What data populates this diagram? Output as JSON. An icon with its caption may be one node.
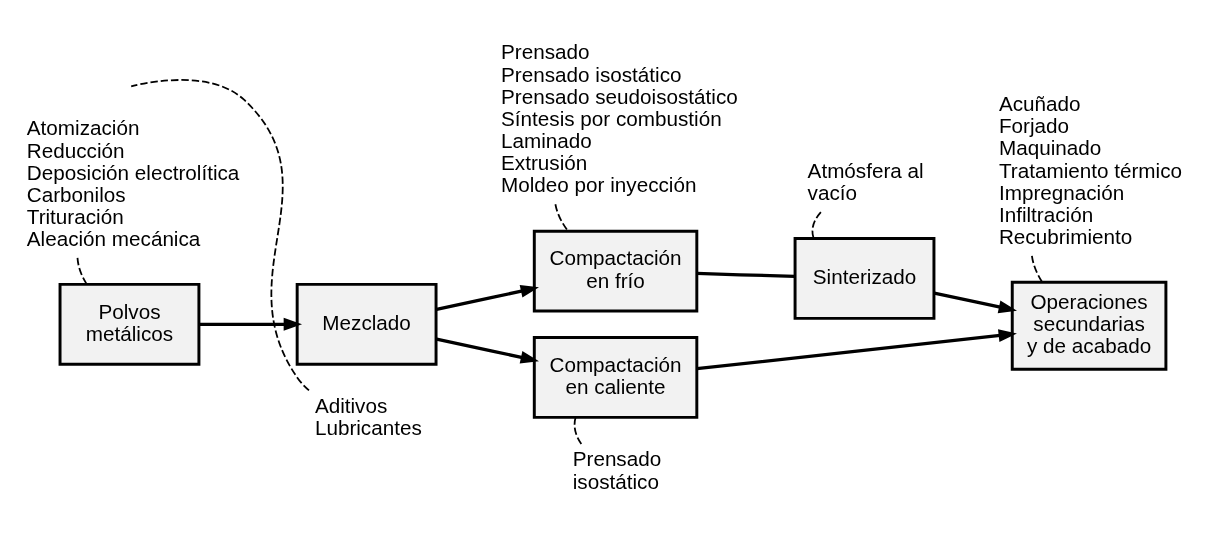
{
  "diagram": {
    "nodes": [
      {
        "text": [
          "Polvos metálicos"
        ]
      },
      {
        "text": [
          "Mezclado"
        ]
      },
      {
        "text": [
          "Compactación en frío"
        ]
      },
      {
        "text": [
          "Sinterizado"
        ]
      },
      {
        "text": [
          "Compactación en caliente"
        ]
      },
      {
        "text": [
          "Operaciones secundarias y de acabado"
        ]
      },
      {
        "text": [
          "Atomización",
          "Reducción",
          "Deposición electrolítica",
          "Carbonilos",
          "Trituración",
          "Aleación mecánica"
        ]
      },
      {
        "text": [
          "Aditivos",
          "Lubricantes"
        ]
      },
      {
        "text": [
          "Prensado",
          "Prensado isostático",
          "Prensado seudoisostático",
          "Síntesis por combustión",
          "Laminado",
          "Extrusión",
          "Moldeo por inyección"
        ]
      },
      {
        "text": [
          "Atmósfera al vacío"
        ]
      },
      {
        "text": [
          "Acuñado",
          "Forjado",
          "Maquinado",
          "Tratamiento térmico",
          "Impregnación",
          "Infiltración",
          "Recubrimiento"
        ]
      },
      {
        "text": [
          "Prensado isostático"
        ]
      }
    ],
    "edges": [
      {
        "from": 0,
        "to": 1,
        "arrow": "to"
      },
      {
        "from": 1,
        "to": 2,
        "arrow": "to"
      },
      {
        "from": 1,
        "to": 4,
        "arrow": "to"
      },
      {
        "from": 2,
        "to": 3,
        "arrow": "none"
      },
      {
        "from": 3,
        "to": 5,
        "arrow": "to"
      },
      {
        "from": 4,
        "to": 5,
        "arrow": "to"
      },
      {
        "from": 6,
        "to": 0,
        "arrow": "none",
        "style": "dashed"
      },
      {
        "from": 7,
        "to": null,
        "arrow": "none",
        "style": "dashed"
      },
      {
        "from": 8,
        "to": 2,
        "arrow": "none",
        "style": "dashed"
      },
      {
        "from": 9,
        "to": 3,
        "arrow": "none",
        "style": "dashed"
      },
      {
        "from": 10,
        "to": 5,
        "arrow": "none",
        "style": "dashed"
      },
      {
        "from": 11,
        "to": 4,
        "arrow": "none",
        "style": "dashed"
      }
    ]
  }
}
